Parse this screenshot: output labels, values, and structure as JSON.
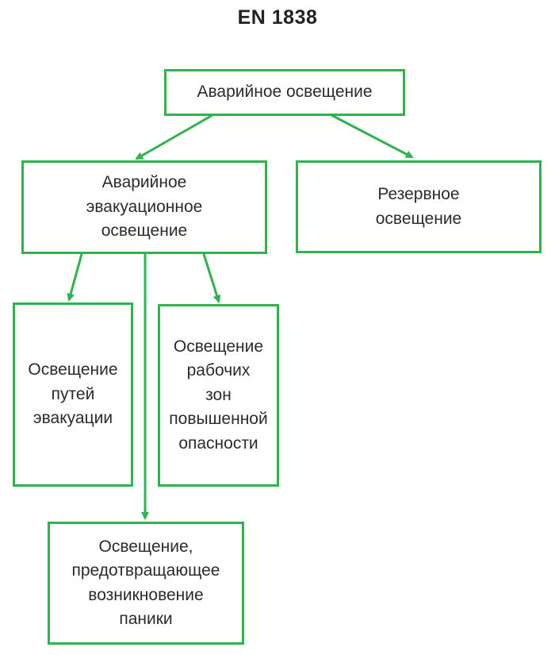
{
  "title": "EN 1838",
  "colors": {
    "border": "#2eb34d",
    "arrow": "#2eb34d",
    "text": "#2b2b2b"
  },
  "nodes": {
    "emergency_lighting": "Аварийное освещение",
    "escape_lighting": "Аварийное\nэвакуационное\nосвещение",
    "standby_lighting": "Резервное\nосвещение",
    "escape_route_lighting": "Освещение\nпутей\nэвакуации",
    "high_risk_task_lighting": "Освещение\nрабочих\nзон\nповышенной\nопасности",
    "anti_panic_lighting": "Освещение,\nпредотвращающее\nвозникновение\nпаники"
  }
}
